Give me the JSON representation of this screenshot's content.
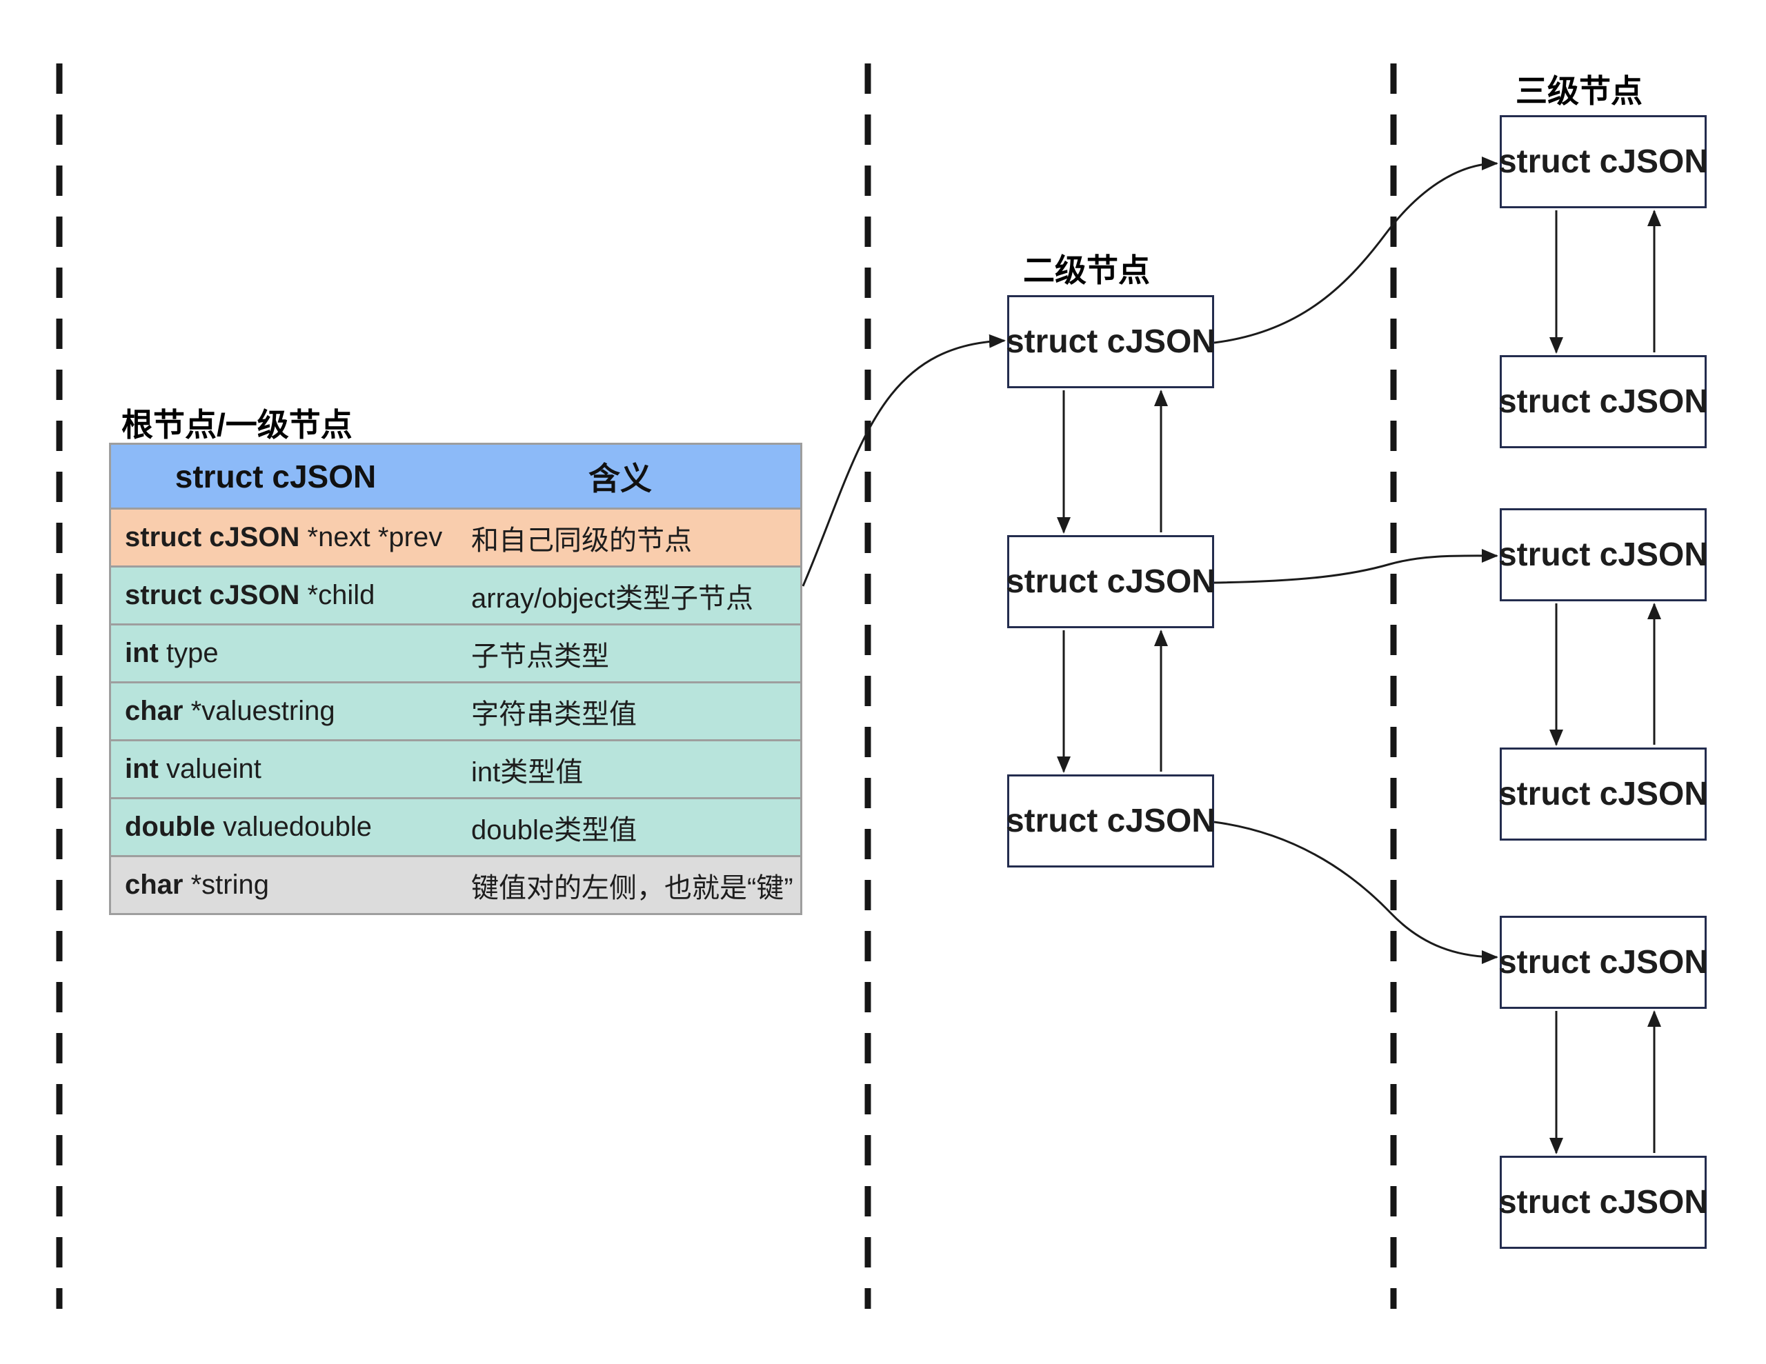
{
  "level1": {
    "title": "根节点/一级节点",
    "table": {
      "headers": [
        "struct cJSON",
        "含义"
      ],
      "rows": [
        {
          "keyword": "struct cJSON",
          "rest": " *next *prev",
          "meaning": "和自己同级的节点",
          "bg": "#F9CDAD"
        },
        {
          "keyword": "struct cJSON",
          "rest": " *child",
          "meaning": "array/object类型子节点",
          "bg": "#B8E4DC"
        },
        {
          "keyword": "int",
          "rest": " type",
          "meaning": "子节点类型",
          "bg": "#B8E4DC"
        },
        {
          "keyword": "char",
          "rest": " *valuestring",
          "meaning": "字符串类型值",
          "bg": "#B8E4DC"
        },
        {
          "keyword": "int",
          "rest": " valueint",
          "meaning": "int类型值",
          "bg": "#B8E4DC"
        },
        {
          "keyword": "double",
          "rest": " valuedouble",
          "meaning": "double类型值",
          "bg": "#B8E4DC"
        },
        {
          "keyword": "char",
          "rest": " *string",
          "meaning": "键值对的左侧，也就是“键”",
          "bg": "#DCDCDC"
        }
      ]
    }
  },
  "level2": {
    "title": "二级节点",
    "nodes": [
      "struct cJSON",
      "struct cJSON",
      "struct cJSON"
    ]
  },
  "level3": {
    "title": "三级节点",
    "nodes": [
      "struct cJSON",
      "struct cJSON",
      "struct cJSON",
      "struct cJSON",
      "struct cJSON",
      "struct cJSON"
    ]
  },
  "colors": {
    "header_bg": "#8CBAF8",
    "row_orange": "#F9CDAD",
    "row_teal": "#B8E4DC",
    "row_gray": "#DCDCDC",
    "grid_line": "#9e9e9e",
    "box_border": "#232c4e",
    "arrow_line": "#1b1b1b"
  }
}
